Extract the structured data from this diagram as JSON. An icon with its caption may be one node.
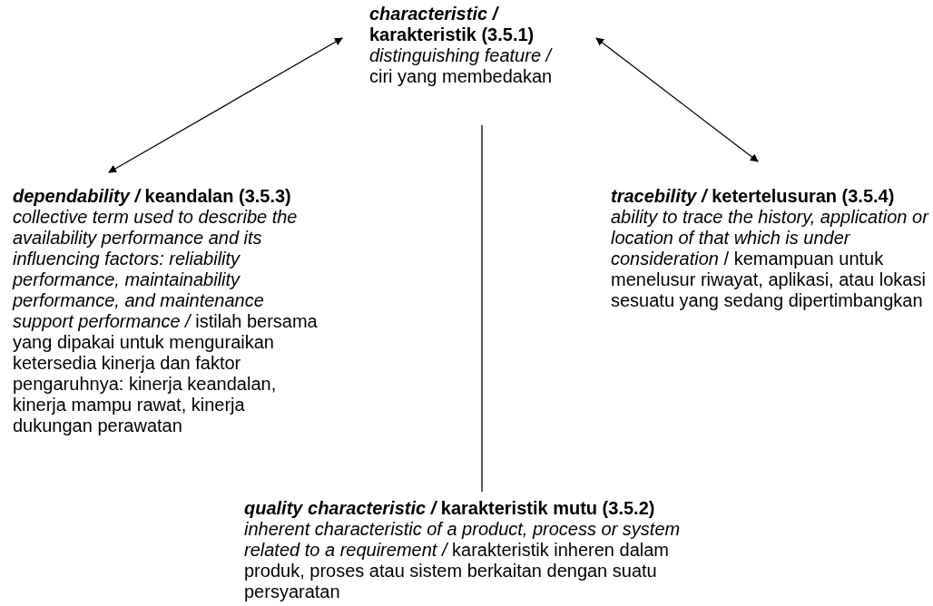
{
  "diagram": {
    "nodes": [
      {
        "text": [
          "*characteristic /* karakteristik (3.5.1)",
          "*distinguishing feature /* ciri yang membedakan"
        ]
      },
      {
        "text": [
          "*dependability /* keandalan (3.5.3)",
          "*collective term used to describe the availability performance and its influencing factors: reliability performance, maintainability performance, and maintenance support performance /* istilah bersama yang dipakai untuk menguraikan ketersedia kinerja dan faktor pengaruhnya: kinerja keandalan, kinerja mampu rawat, kinerja dukungan perawatan"
        ]
      },
      {
        "text": [
          "*tracebility /* ketertelusuran (3.5.4)",
          "*ability to trace the history, application or location of that which is under consideration* / kemampuan untuk menelusur riwayat, aplikasi, atau lokasi sesuatu yang sedang dipertimbangkan"
        ]
      },
      {
        "text": [
          "*quality characteristic /* karakteristik mutu (3.5.2)",
          "*inherent characteristic of a product, process or system related to a requirement /* karakteristik inheren dalam produk, proses atau sistem berkaitan dengan suatu persyaratan"
        ]
      }
    ],
    "edges": [
      {
        "from": 0,
        "to": 1,
        "arrow": "both"
      },
      {
        "from": 0,
        "to": 2,
        "arrow": "both"
      },
      {
        "from": 0,
        "to": 3,
        "arrow": "none"
      }
    ]
  }
}
